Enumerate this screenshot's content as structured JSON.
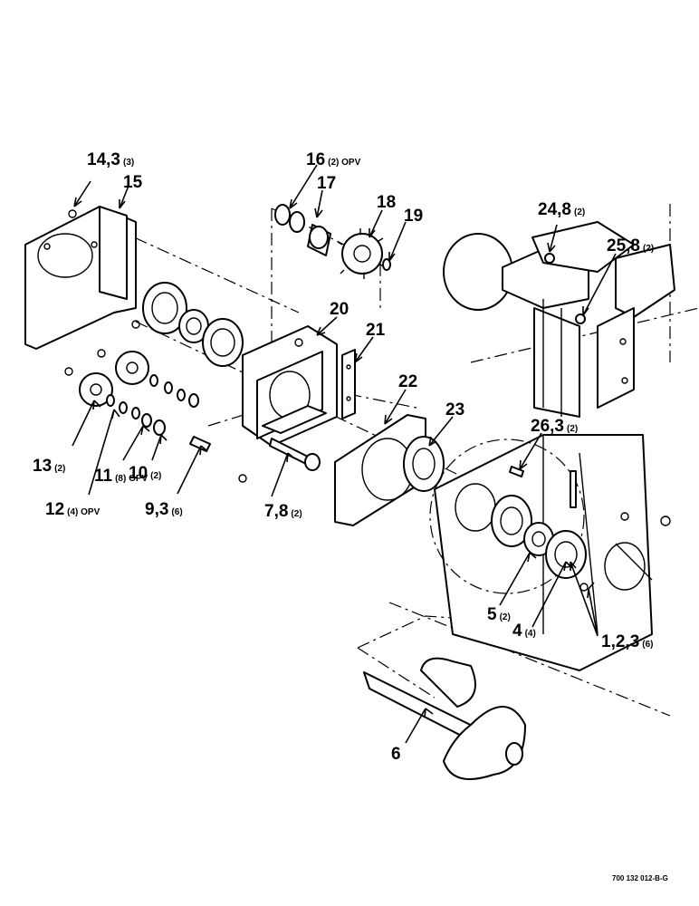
{
  "labels": {
    "l1": {
      "main": "14,3",
      "sub": "(3)"
    },
    "l2": {
      "main": "15",
      "sub": ""
    },
    "l3": {
      "main": "16",
      "sub": "(2) OPV"
    },
    "l4": {
      "main": "17",
      "sub": ""
    },
    "l5": {
      "main": "18",
      "sub": ""
    },
    "l6": {
      "main": "19",
      "sub": ""
    },
    "l7": {
      "main": "24,8",
      "sub": "(2)"
    },
    "l8": {
      "main": "25,8",
      "sub": "(2)"
    },
    "l9": {
      "main": "20",
      "sub": ""
    },
    "l10": {
      "main": "21",
      "sub": ""
    },
    "l11": {
      "main": "22",
      "sub": ""
    },
    "l12": {
      "main": "23",
      "sub": ""
    },
    "l13": {
      "main": "26,3",
      "sub": "(2)"
    },
    "l14": {
      "main": "13",
      "sub": "(2)"
    },
    "l15": {
      "main": "12",
      "sub": "(4) OPV"
    },
    "l16": {
      "main": "11",
      "sub": "(8) OPV"
    },
    "l17": {
      "main": "10",
      "sub": "(2)"
    },
    "l18": {
      "main": "9,3",
      "sub": "(6)"
    },
    "l19": {
      "main": "7,8",
      "sub": "(2)"
    },
    "l20": {
      "main": "5",
      "sub": "(2)"
    },
    "l21": {
      "main": "4",
      "sub": "(4)"
    },
    "l22": {
      "main": "1,2,3",
      "sub": "(6)"
    },
    "l23": {
      "main": "6",
      "sub": ""
    }
  },
  "reference": "700 132 012-B-G"
}
